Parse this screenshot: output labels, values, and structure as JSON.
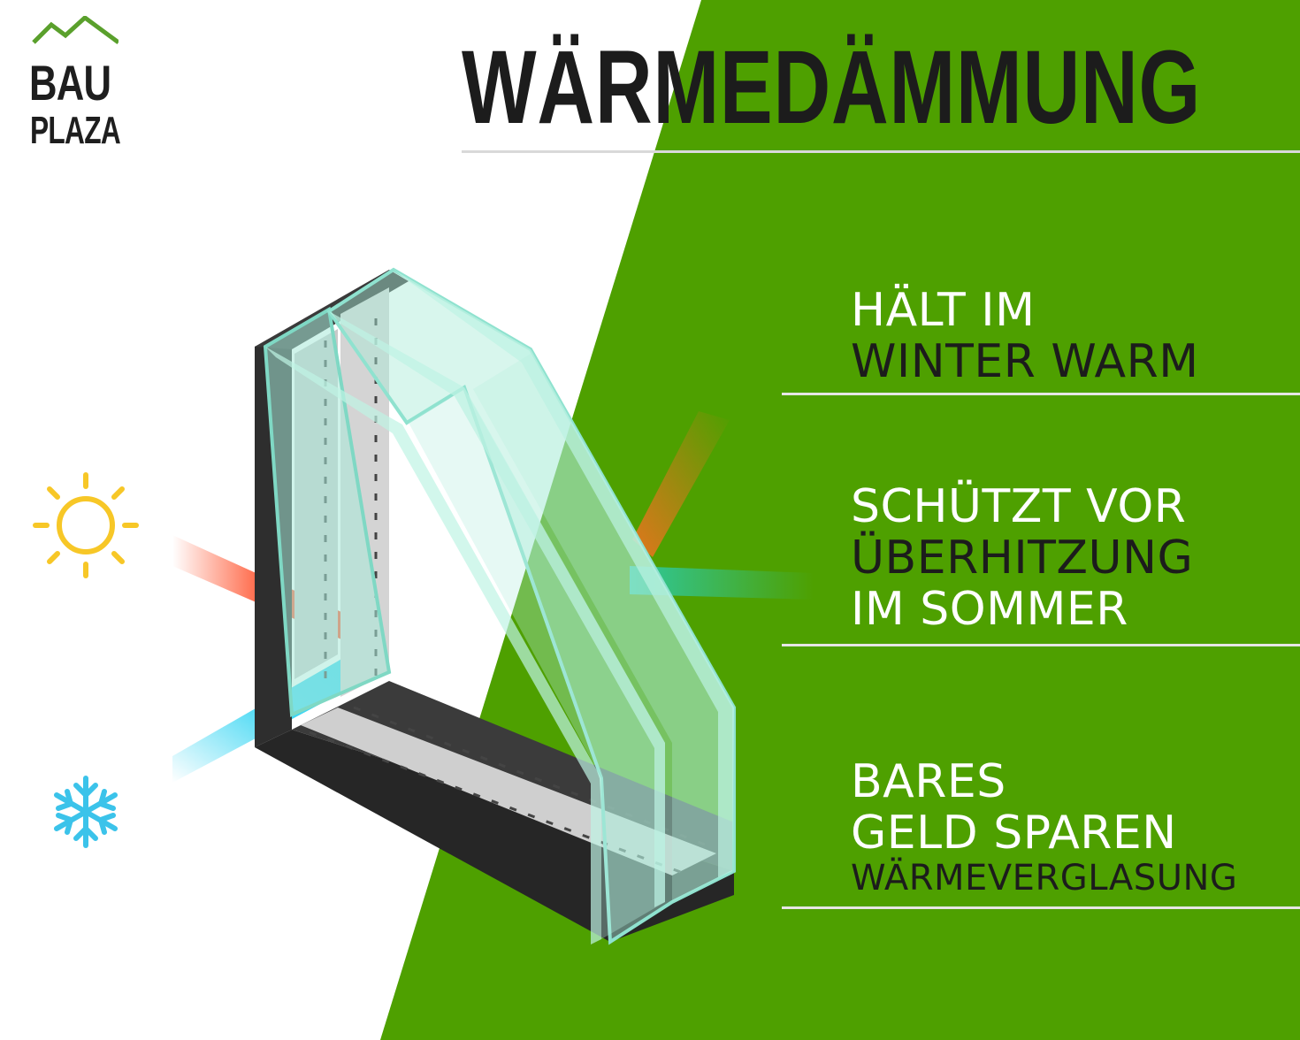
{
  "logo": {
    "line1": "BAU",
    "line2": "PLAZA",
    "roof_color": "#5aa02c"
  },
  "title": "WÄRMEDÄMMUNG",
  "features": [
    {
      "line1": "HÄLT IM",
      "line2": "WINTER WARM"
    },
    {
      "line1": "SCHÜTZT VOR",
      "line2": "ÜBERHITZUNG",
      "line3": "IM SOMMER"
    },
    {
      "line1": "BARES",
      "line2": "GELD SPAREN",
      "sub": "WÄRMEVERGLASUNG"
    }
  ],
  "icons": {
    "sun": "sun-icon",
    "snow": "snowflake-icon"
  },
  "colors": {
    "green": "#4ea000",
    "text_dark": "#1c1c1c",
    "sun": "#f7c727",
    "snow": "#3bc3ea",
    "heat_ray": "#ff4a23",
    "cold_ray": "#2dd3f2",
    "frame": "#2b2b2b",
    "glass": "#a8ead8"
  }
}
